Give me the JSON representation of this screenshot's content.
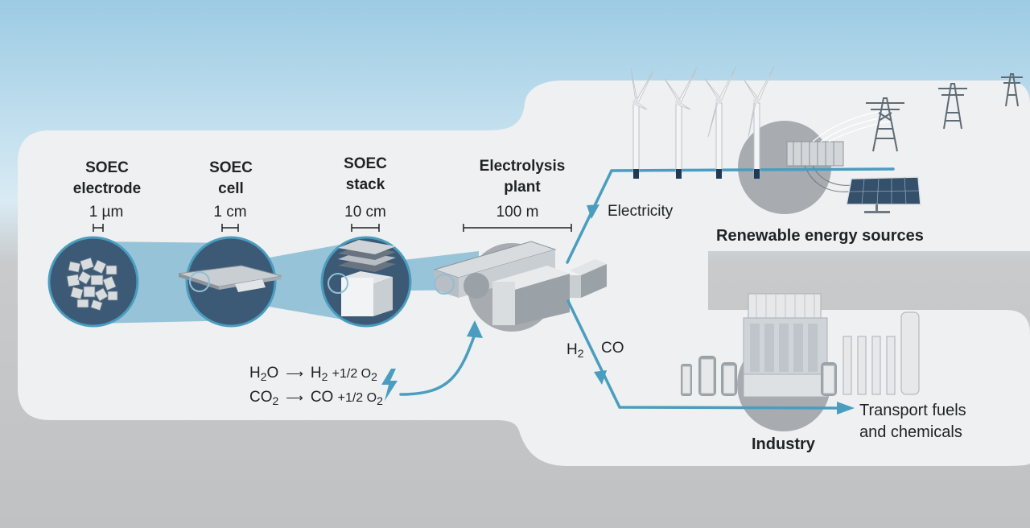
{
  "stages": [
    {
      "line1": "SOEC",
      "line2": "electrode",
      "scale": "1 µm"
    },
    {
      "line1": "SOEC",
      "line2": "cell",
      "scale": "1 cm"
    },
    {
      "line1": "SOEC",
      "line2": "stack",
      "scale": "10 cm"
    },
    {
      "line1": "Electrolysis",
      "line2": "plant",
      "scale": "100 m"
    }
  ],
  "flows": {
    "electricity": "Electricity",
    "h2": "H",
    "h2_sub": "2",
    "co": "CO"
  },
  "sections": {
    "renewables": "Renewable energy sources",
    "industry": "Industry",
    "output_line1": "Transport fuels",
    "output_line2": "and chemicals"
  },
  "equations": {
    "r1": {
      "reactant": "H",
      "reactant_sub": "2",
      "reactant_tail": "O",
      "p1": "H",
      "p1_sub": "2",
      "plus": "+1/2 O",
      "o_sub": "2"
    },
    "r2": {
      "reactant": "CO",
      "reactant_sub": "2",
      "p1": "CO",
      "plus": "+1/2 O",
      "o_sub": "2"
    }
  },
  "colors": {
    "sky_top": "#a3cde6",
    "ground": "#c3c5c7",
    "panel": "#eef0f1",
    "accent": "#4a9dbf",
    "lens": "#8ebfd6",
    "disc_dark": "#3c5a75",
    "disc_gray": "#a8acb0"
  },
  "icons": [
    "lightning-bolt-icon",
    "wind-turbine-icon",
    "solar-panel-icon",
    "power-pylon-icon",
    "factory-icon"
  ]
}
